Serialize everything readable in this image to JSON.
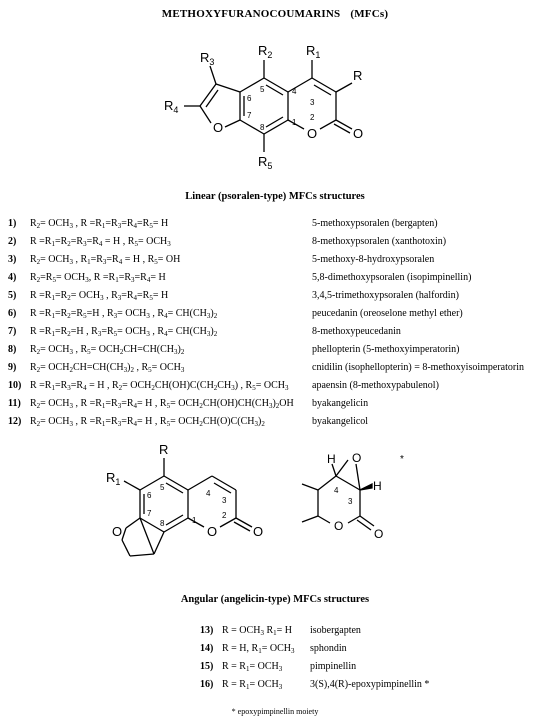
{
  "title_main": "METHOXYFURANOCOUMARINS",
  "title_abbr": "(MFCs)",
  "linear_structure": {
    "labels": {
      "r1": "R",
      "r1_sub": "1",
      "r2": "R",
      "r2_sub": "2",
      "r3": "R",
      "r3_sub": "3",
      "r4": "R",
      "r4_sub": "4",
      "r5": "R",
      "r5_sub": "5",
      "r": "R",
      "o_ring": "O",
      "o_furan": "O",
      "o_carbonyl": "O"
    },
    "numbers": [
      "1",
      "2",
      "3",
      "4",
      "5",
      "6",
      "7",
      "8"
    ]
  },
  "linear_heading": "Linear (psoralen-type) MFCs structures",
  "linear_rows": [
    {
      "num": "1)",
      "name": "5-methoxypsoralen (bergapten)",
      "f": [
        [
          "t",
          "R"
        ],
        [
          "s",
          "2"
        ],
        [
          "t",
          "= OCH"
        ],
        [
          "s",
          "3"
        ],
        [
          "t",
          " , R =R"
        ],
        [
          "s",
          "1"
        ],
        [
          "t",
          "=R"
        ],
        [
          "s",
          "3"
        ],
        [
          "t",
          "=R"
        ],
        [
          "s",
          "4"
        ],
        [
          "t",
          "=R"
        ],
        [
          "s",
          "5"
        ],
        [
          "t",
          "= H"
        ]
      ]
    },
    {
      "num": "2)",
      "name": "8-methoxypsoralen (xanthotoxin)",
      "f": [
        [
          "t",
          "R =R"
        ],
        [
          "s",
          "1"
        ],
        [
          "t",
          "=R"
        ],
        [
          "s",
          "2"
        ],
        [
          "t",
          "=R"
        ],
        [
          "s",
          "3"
        ],
        [
          "t",
          "=R"
        ],
        [
          "s",
          "4"
        ],
        [
          "t",
          " = H , R"
        ],
        [
          "s",
          "5"
        ],
        [
          "t",
          "= OCH"
        ],
        [
          "s",
          "3"
        ]
      ]
    },
    {
      "num": "3)",
      "name": "5-methoxy-8-hydroxypsoralen",
      "f": [
        [
          "t",
          "R"
        ],
        [
          "s",
          "2"
        ],
        [
          "t",
          "= OCH"
        ],
        [
          "s",
          "3"
        ],
        [
          "t",
          " , R"
        ],
        [
          "s",
          "1"
        ],
        [
          "t",
          "=R"
        ],
        [
          "s",
          "3"
        ],
        [
          "t",
          "=R"
        ],
        [
          "s",
          "4"
        ],
        [
          "t",
          " = H , R"
        ],
        [
          "s",
          "5"
        ],
        [
          "t",
          "= OH"
        ]
      ]
    },
    {
      "num": "4)",
      "name": "5,8-dimethoxypsoralen (isopimpinellin)",
      "f": [
        [
          "t",
          "R"
        ],
        [
          "s",
          "2"
        ],
        [
          "t",
          "=R"
        ],
        [
          "s",
          "5"
        ],
        [
          "t",
          "= OCH"
        ],
        [
          "s",
          "3"
        ],
        [
          "t",
          ", R =R"
        ],
        [
          "s",
          "1"
        ],
        [
          "t",
          "=R"
        ],
        [
          "s",
          "3"
        ],
        [
          "t",
          "=R"
        ],
        [
          "s",
          "4"
        ],
        [
          "t",
          "= H"
        ]
      ]
    },
    {
      "num": "5)",
      "name": "3,4,5-trimethoxypsoralen (halfordin)",
      "f": [
        [
          "t",
          "R =R"
        ],
        [
          "s",
          "1"
        ],
        [
          "t",
          "=R"
        ],
        [
          "s",
          "2"
        ],
        [
          "t",
          "= OCH"
        ],
        [
          "s",
          "3"
        ],
        [
          "t",
          " , R"
        ],
        [
          "s",
          "3"
        ],
        [
          "t",
          "=R"
        ],
        [
          "s",
          "4"
        ],
        [
          "t",
          "=R"
        ],
        [
          "s",
          "5"
        ],
        [
          "t",
          "= H"
        ]
      ]
    },
    {
      "num": "6)",
      "name": "peucedanin (oreoselone methyl ether)",
      "f": [
        [
          "t",
          "R =R"
        ],
        [
          "s",
          "1"
        ],
        [
          "t",
          "=R"
        ],
        [
          "s",
          "2"
        ],
        [
          "t",
          "=R"
        ],
        [
          "s",
          "5"
        ],
        [
          "t",
          "=H , R"
        ],
        [
          "s",
          "3"
        ],
        [
          "t",
          "= OCH"
        ],
        [
          "s",
          "3"
        ],
        [
          "t",
          " , R"
        ],
        [
          "s",
          "4"
        ],
        [
          "t",
          "= CH(CH"
        ],
        [
          "s",
          "3"
        ],
        [
          "t",
          ")"
        ],
        [
          "s",
          "2"
        ]
      ]
    },
    {
      "num": "7)",
      "name": "8-methoxypeucedanin",
      "f": [
        [
          "t",
          "R =R"
        ],
        [
          "s",
          "1"
        ],
        [
          "t",
          "=R"
        ],
        [
          "s",
          "2"
        ],
        [
          "t",
          "=H , R"
        ],
        [
          "s",
          "3"
        ],
        [
          "t",
          "=R"
        ],
        [
          "s",
          "5"
        ],
        [
          "t",
          "= OCH"
        ],
        [
          "s",
          "3"
        ],
        [
          "t",
          " , R"
        ],
        [
          "s",
          "4"
        ],
        [
          "t",
          "= CH(CH"
        ],
        [
          "s",
          "3"
        ],
        [
          "t",
          ")"
        ],
        [
          "s",
          "2"
        ]
      ]
    },
    {
      "num": "8)",
      "name": "phellopterin (5-methoxyimperatorin)",
      "f": [
        [
          "t",
          "R"
        ],
        [
          "s",
          "2"
        ],
        [
          "t",
          "= OCH"
        ],
        [
          "s",
          "3"
        ],
        [
          "t",
          " , R"
        ],
        [
          "s",
          "5"
        ],
        [
          "t",
          "= OCH"
        ],
        [
          "s",
          "2"
        ],
        [
          "t",
          "CH=CH(CH"
        ],
        [
          "s",
          "3"
        ],
        [
          "t",
          ")"
        ],
        [
          "s",
          "2"
        ]
      ]
    },
    {
      "num": "9)",
      "name": "cnidilin (isophellopterin) = 8-methoxyisoimperatorin",
      "f": [
        [
          "t",
          "R"
        ],
        [
          "s",
          "2"
        ],
        [
          "t",
          "= OCH"
        ],
        [
          "s",
          "2"
        ],
        [
          "t",
          "CH=CH(CH"
        ],
        [
          "s",
          "3"
        ],
        [
          "t",
          ")"
        ],
        [
          "s",
          "2"
        ],
        [
          "t",
          " , R"
        ],
        [
          "s",
          "5"
        ],
        [
          "t",
          "= OCH"
        ],
        [
          "s",
          "3"
        ]
      ]
    },
    {
      "num": "10)",
      "name": "apaensin (8-methoxypabulenol)",
      "f": [
        [
          "t",
          "R =R"
        ],
        [
          "s",
          "1"
        ],
        [
          "t",
          "=R"
        ],
        [
          "s",
          "3"
        ],
        [
          "t",
          "=R"
        ],
        [
          "s",
          "4"
        ],
        [
          "t",
          " = H , R"
        ],
        [
          "s",
          "2"
        ],
        [
          "t",
          "= OCH"
        ],
        [
          "s",
          "2"
        ],
        [
          "t",
          "CH(OH)C(CH"
        ],
        [
          "s",
          "2"
        ],
        [
          "t",
          "CH"
        ],
        [
          "s",
          "3"
        ],
        [
          "t",
          ") , R"
        ],
        [
          "s",
          "5"
        ],
        [
          "t",
          "= OCH"
        ],
        [
          "s",
          "3"
        ]
      ]
    },
    {
      "num": "11)",
      "name": "byakangelicin",
      "f": [
        [
          "t",
          "R"
        ],
        [
          "s",
          "2"
        ],
        [
          "t",
          "= OCH"
        ],
        [
          "s",
          "3"
        ],
        [
          "t",
          " , R =R"
        ],
        [
          "s",
          "1"
        ],
        [
          "t",
          "=R"
        ],
        [
          "s",
          "3"
        ],
        [
          "t",
          "=R"
        ],
        [
          "s",
          "4"
        ],
        [
          "t",
          "= H , R"
        ],
        [
          "s",
          "5"
        ],
        [
          "t",
          "= OCH"
        ],
        [
          "s",
          "2"
        ],
        [
          "t",
          "CH(OH)CH(CH"
        ],
        [
          "s",
          "3"
        ],
        [
          "t",
          ")"
        ],
        [
          "s",
          "2"
        ],
        [
          "t",
          "OH"
        ]
      ]
    },
    {
      "num": "12)",
      "name": "byakangelicol",
      "f": [
        [
          "t",
          "R"
        ],
        [
          "s",
          "2"
        ],
        [
          "t",
          "= OCH"
        ],
        [
          "s",
          "3"
        ],
        [
          "t",
          " , R =R"
        ],
        [
          "s",
          "1"
        ],
        [
          "t",
          "=R"
        ],
        [
          "s",
          "3"
        ],
        [
          "t",
          "=R"
        ],
        [
          "s",
          "4"
        ],
        [
          "t",
          "= H , R"
        ],
        [
          "s",
          "5"
        ],
        [
          "t",
          "= OCH"
        ],
        [
          "s",
          "2"
        ],
        [
          "t",
          "CH(O)C(CH"
        ],
        [
          "s",
          "3"
        ],
        [
          "t",
          ")"
        ],
        [
          "s",
          "2"
        ]
      ]
    }
  ],
  "angular_structure": {
    "labels": {
      "r": "R",
      "r1": "R",
      "r1_sub": "1",
      "o_ring": "O",
      "o_furan": "O",
      "o_carbonyl": "O"
    },
    "numbers": [
      "1",
      "2",
      "3",
      "4",
      "5",
      "6",
      "7",
      "8"
    ]
  },
  "epoxy_structure": {
    "labels": {
      "h_top": "H",
      "h_bottom": "H",
      "o_epoxide": "O",
      "o_ring": "O",
      "o_carbonyl": "O",
      "n4": "4",
      "n3": "3",
      "star": "*"
    }
  },
  "angular_heading": "Angular (angelicin-type) MFCs structures",
  "angular_rows": [
    {
      "num": "13)",
      "name": "isobergapten",
      "f": [
        [
          "t",
          "R = OCH"
        ],
        [
          "s",
          "3"
        ],
        [
          "t",
          " R"
        ],
        [
          "s",
          "1"
        ],
        [
          "t",
          "= H"
        ]
      ]
    },
    {
      "num": "14)",
      "name": "sphondin",
      "f": [
        [
          "t",
          "R = H, R"
        ],
        [
          "s",
          "1"
        ],
        [
          "t",
          "= OCH"
        ],
        [
          "s",
          "3"
        ]
      ]
    },
    {
      "num": "15)",
      "name": "pimpinellin",
      "f": [
        [
          "t",
          "R = R"
        ],
        [
          "s",
          "1"
        ],
        [
          "t",
          "= OCH"
        ],
        [
          "s",
          "3"
        ]
      ]
    },
    {
      "num": "16)",
      "name": "3(S),4(R)-epoxypimpinellin *",
      "f": [
        [
          "t",
          "R = R"
        ],
        [
          "s",
          "1"
        ],
        [
          "t",
          "= OCH"
        ],
        [
          "s",
          "3"
        ]
      ]
    }
  ],
  "footnote": "* epoxypimpinellin moiety"
}
